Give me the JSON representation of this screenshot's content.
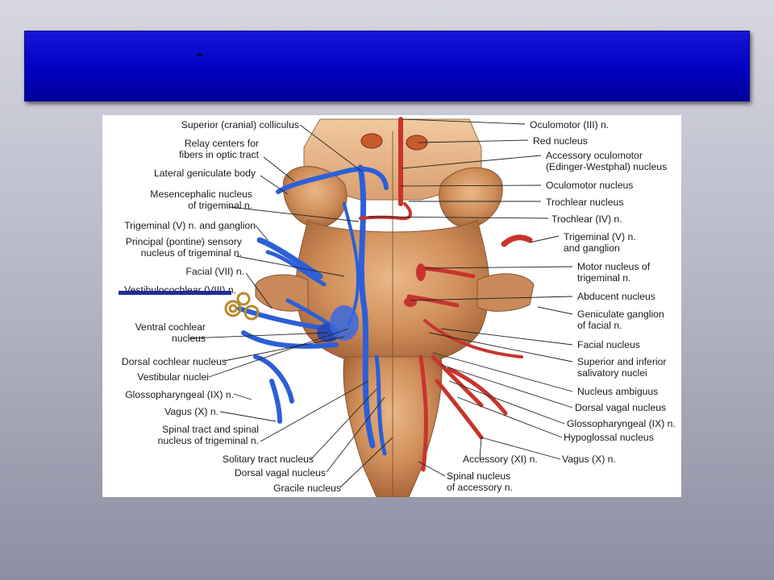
{
  "slide": {
    "title": "-"
  },
  "figure": {
    "left_labels": [
      "Superior (cranial) colliculus",
      "Relay centers for\nfibers in optic tract",
      "Lateral geniculate body",
      "Mesencephalic nucleus\nof trigeminal n.",
      "Trigeminal (V) n. and ganglion",
      "Principal (pontine) sensory\nnucleus of trigeminal n.",
      "Facial (VII) n.",
      "Vestibulocochlear (VIII) n.",
      "Ventral cochlear\nnucleus",
      "Dorsal cochlear nucleus",
      "Vestibular nuclei",
      "Glossopharyngeal (IX) n.",
      "Vagus (X) n.",
      "Spinal tract and spinal\nnucleus of trigeminal n.",
      "Solitary tract nucleus",
      "Dorsal vagal nucleus",
      "Gracile nucleus"
    ],
    "right_labels": [
      "Oculomotor (III) n.",
      "Red nucleus",
      "Accessory oculomotor\n(Edinger-Westphal) nucleus",
      "Oculomotor nucleus",
      "Trochlear nucleus",
      "Trochlear (IV) n.",
      "Trigeminal (V) n.\nand ganglion",
      "Motor nucleus of\ntrigeminal n.",
      "Abducent nucleus",
      "Geniculate ganglion\nof facial n.",
      "Facial nucleus",
      "Superior and inferior\nsalivatory nuclei",
      "Nucleus ambiguus",
      "Dorsal vagal nucleus",
      "Glossopharyngeal (IX) n.",
      "Hypoglossal nucleus",
      "Vagus (X) n."
    ],
    "bottom_labels": [
      "Accessory (XI) n.",
      "Spinal nucleus\nof accessory n."
    ],
    "colors": {
      "sensory": "#2c5fd8",
      "motor": "#c8342c",
      "brainstem": "#d89a66"
    }
  }
}
